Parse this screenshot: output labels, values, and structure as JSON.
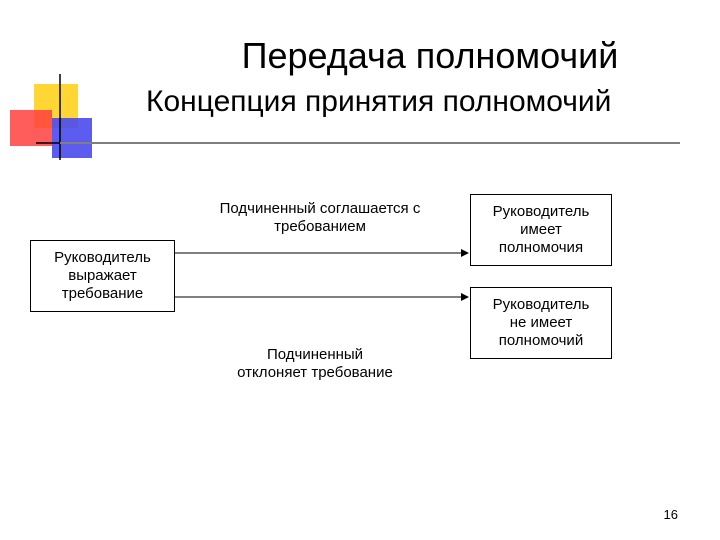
{
  "slide": {
    "title": "Передача полномочий",
    "subtitle": "Концепция принятия полномочий",
    "page_number": "16"
  },
  "diagram": {
    "source_box": "Руководитель\nвыражает\nтребование",
    "upper_path_label": "Подчиненный соглашается с\nтребованием",
    "lower_path_label": "Подчиненный\nотклоняет требование",
    "upper_result_box": "Руководитель\nимеет\nполномочия",
    "lower_result_box": "Руководитель\nне имеет\nполномочий"
  },
  "colors": {
    "decor_yellow": "#ffd633",
    "decor_red": "#ff3c3c",
    "decor_blue": "#4a4af0",
    "rule_line": "#808080",
    "stroke": "#000000"
  }
}
